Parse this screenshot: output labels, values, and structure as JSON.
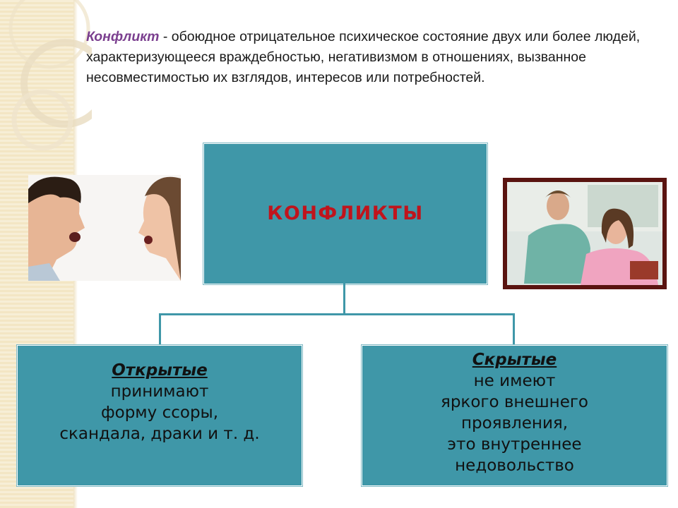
{
  "definition": {
    "term": "Конфликт",
    "dash": " - ",
    "text": "обоюдное отрицательное психическое состояние двух или более людей, характеризующееся враждебностью, негативизмом в отношениях, вызванное несовместимостью их взглядов, интересов или потребностей."
  },
  "diagram": {
    "root": "КОНФЛИКТЫ",
    "left": {
      "heading": "Открытые",
      "lines": [
        "принимают",
        "форму ссоры,",
        "скандала, драки и т. д."
      ]
    },
    "right": {
      "heading": "Скрытые",
      "lines": [
        "не имеют",
        "яркого внешнего",
        "проявления,",
        "это внутреннее",
        "недовольство"
      ]
    }
  },
  "colors": {
    "box_fill": "#3f97a8",
    "root_text": "#c0141c",
    "term_text": "#7b3f8f",
    "strip": "#f3e6c4"
  }
}
